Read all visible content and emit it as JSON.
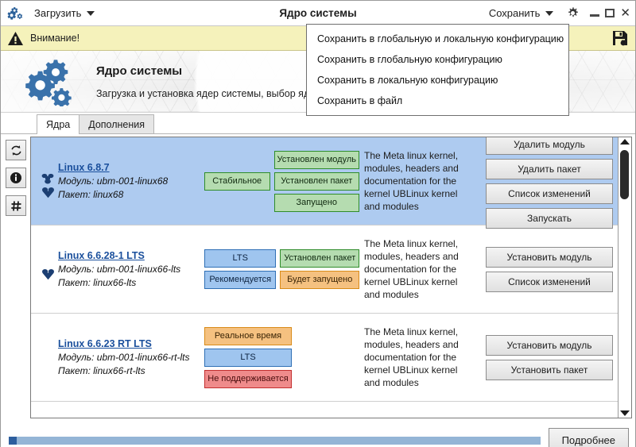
{
  "window": {
    "title": "Ядро системы",
    "load_menu_label": "Загрузить",
    "save_menu_label": "Сохранить",
    "gear_icon": "gear-icon",
    "app_logo_icon": "gears-logo-icon",
    "minimize_icon": "minimize-icon",
    "maximize_icon": "maximize-icon",
    "close_icon": "close-icon",
    "close_glyph": "✕"
  },
  "save_dropdown": {
    "visible": true,
    "items": [
      {
        "label": "Сохранить в глобальную и локальную конфигурацию"
      },
      {
        "label": "Сохранить в глобальную конфигурацию"
      },
      {
        "label": "Сохранить в локальную конфигурацию"
      },
      {
        "label": "Сохранить в файл"
      }
    ]
  },
  "warning_bar": {
    "text": "Внимание!",
    "warning_icon": "warning-triangle-icon",
    "save_icon": "floppy-save-icon",
    "background": "#f5f2bb"
  },
  "banner": {
    "title": "Ядро системы",
    "subtitle": "Загрузка и установка ядер системы, выбор ядра для загрузки по умолчанию",
    "logo_icon": "gears-banner-icon"
  },
  "tabs": [
    {
      "label": "Ядра",
      "active": true
    },
    {
      "label": "Дополнения",
      "active": false
    }
  ],
  "side_tools": [
    {
      "name": "refresh-button",
      "glyph": "⟳"
    },
    {
      "name": "info-button",
      "glyph": "🛈"
    },
    {
      "name": "hash-button",
      "glyph": "#"
    }
  ],
  "kernel_list": {
    "description_text": "The Meta linux kernel, modules, headers and documentation for the kernel UBLinux kernel and modules",
    "rows": [
      {
        "name": "Linux 6.8.7",
        "module_label": "Модуль: ubm-001-linux68",
        "package_label": "Пакет: linux68",
        "selected": true,
        "has_module_icon": true,
        "has_package_icon": true,
        "badges_left": [
          {
            "text": "Стабильное",
            "style": "green"
          }
        ],
        "badges_right": [
          {
            "text": "Установлен модуль",
            "style": "green"
          },
          {
            "text": "Установлен пакет",
            "style": "green"
          },
          {
            "text": "Запущено",
            "style": "green"
          }
        ],
        "description": "The Meta linux kernel, modules, headers and documentation for the kernel UBLinux kernel and modules",
        "buttons": [
          {
            "label": "Удалить модуль"
          },
          {
            "label": "Удалить пакет"
          },
          {
            "label": "Список изменений"
          },
          {
            "label": "Запускать"
          }
        ]
      },
      {
        "name": "Linux 6.6.28-1 LTS",
        "module_label": "Модуль: ubm-001-linux66-lts",
        "package_label": "Пакет: linux66-lts",
        "selected": false,
        "has_module_icon": false,
        "has_package_icon": true,
        "badges_left": [
          {
            "text": "LTS",
            "style": "blue"
          },
          {
            "text": "Рекомендуется",
            "style": "blue"
          }
        ],
        "badges_right": [
          {
            "text": "Установлен пакет",
            "style": "green"
          },
          {
            "text": "Будет запущено",
            "style": "orange"
          }
        ],
        "description": "The Meta linux kernel, modules, headers and documentation for the kernel UBLinux kernel and modules",
        "buttons": [
          {
            "label": "Установить модуль"
          },
          {
            "label": "Список изменений"
          }
        ]
      },
      {
        "name": "Linux 6.6.23 RT LTS",
        "module_label": "Модуль: ubm-001-linux66-rt-lts",
        "package_label": "Пакет: linux66-rt-lts",
        "selected": false,
        "has_module_icon": false,
        "has_package_icon": false,
        "badges_left": [
          {
            "text": "Реальное время",
            "style": "orange"
          },
          {
            "text": "LTS",
            "style": "blue"
          },
          {
            "text": "Не поддерживается",
            "style": "red"
          }
        ],
        "badges_right": [],
        "description": "The Meta linux kernel, modules, headers and documentation for the kernel UBLinux kernel and modules",
        "buttons": [
          {
            "label": "Установить модуль"
          },
          {
            "label": "Установить пакет"
          }
        ]
      }
    ]
  },
  "scrollbar": {
    "up_icon": "scroll-up-arrow-icon",
    "down_icon": "scroll-down-arrow-icon",
    "thumb_name": "scroll-thumb"
  },
  "footer": {
    "details_button_label": "Подробнее",
    "progress_percent": 0
  },
  "colors": {
    "selection_blue": "#aecbf0",
    "warning_yellow": "#f5f2bb",
    "link_blue": "#1a4f9c",
    "badge_green": "#b5dcb0",
    "badge_blue": "#9fc5ef",
    "badge_orange": "#f5c180",
    "badge_red": "#ef8b8b"
  }
}
